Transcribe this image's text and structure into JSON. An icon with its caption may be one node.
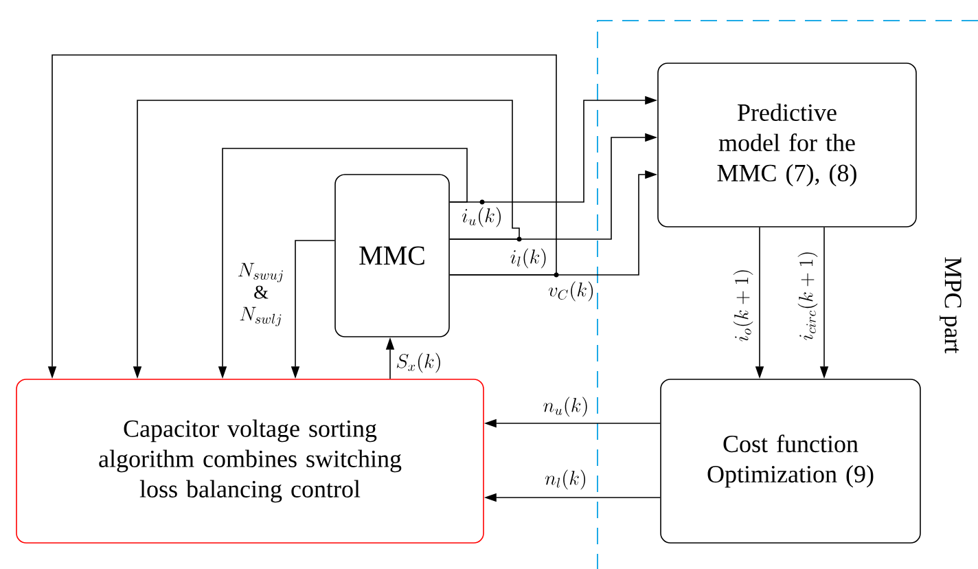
{
  "diagram": {
    "nodes": [
      {
        "text": [
          "MMC"
        ]
      },
      {
        "text": [
          "Predictive model for the MMC (7), (8)"
        ]
      },
      {
        "text": [
          "Cost function Optimization (9)"
        ]
      },
      {
        "text": [
          "Capacitor voltage sorting algorithm combines switching loss balancing control"
        ]
      }
    ],
    "edges": [
      {
        "from": 0,
        "to": 1,
        "arrow": "to",
        "label": "i_u(k)"
      },
      {
        "from": 0,
        "to": 1,
        "arrow": "to",
        "label": "i_l(k)"
      },
      {
        "from": 0,
        "to": 1,
        "arrow": "to",
        "label": "v_C(k)"
      },
      {
        "from": 0,
        "to": 3,
        "arrow": "to"
      },
      {
        "from": 0,
        "to": 3,
        "arrow": "to"
      },
      {
        "from": 0,
        "to": 3,
        "arrow": "to"
      },
      {
        "from": 0,
        "to": 3,
        "arrow": "to",
        "label": "\\begin{array}{c}N_{swuj}\\\\ \\&\\\\ N_{swlj}\\end{array}"
      },
      {
        "from": 3,
        "to": 0,
        "arrow": "to",
        "label": "S_x(k)"
      },
      {
        "from": 1,
        "to": 2,
        "arrow": "to",
        "label": "i_o(k+1)"
      },
      {
        "from": 1,
        "to": 2,
        "arrow": "to",
        "label": "i_{circ}(k+1)"
      },
      {
        "from": 2,
        "to": 3,
        "arrow": "to",
        "label": "n_u(k)"
      },
      {
        "from": 2,
        "to": 3,
        "arrow": "to",
        "label": "n_l(k)"
      }
    ],
    "labels": [
      "MPC part"
    ]
  }
}
